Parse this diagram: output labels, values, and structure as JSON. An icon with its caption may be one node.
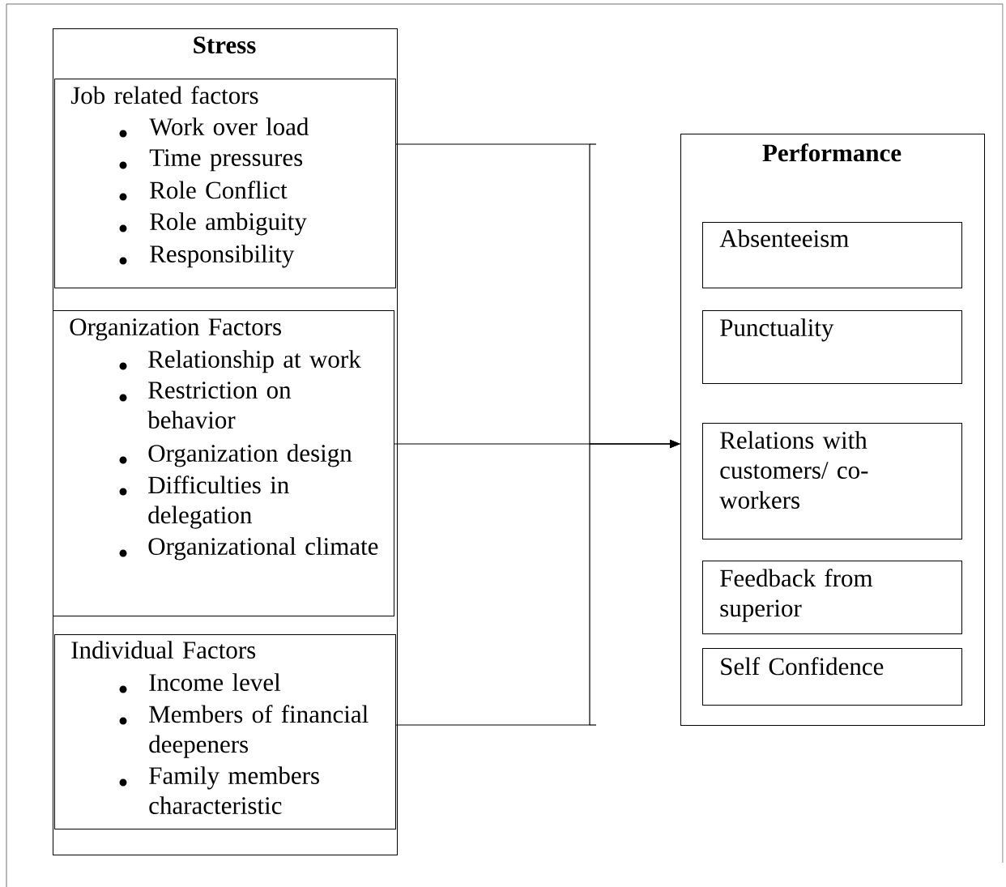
{
  "diagram": {
    "nodes": [
      {
        "text": [
          "Stress"
        ]
      },
      {
        "text": [
          "Job related factors",
          "Work over load",
          "Time pressures",
          "Role Conflict",
          "Role ambiguity",
          "Responsibility"
        ],
        "in": 0
      },
      {
        "text": [
          "Organization Factors",
          "Relationship at work",
          "Restriction on behavior",
          "Organization design",
          "Difficulties in delegation",
          "Organizational climate"
        ],
        "in": 0
      },
      {
        "text": [
          "Individual Factors",
          "Income level",
          "Members of financial deepeners",
          "Family members characteristic"
        ],
        "in": 0
      },
      {
        "text": [
          "Performance"
        ]
      },
      {
        "text": [
          "Absenteeism"
        ],
        "in": 4
      },
      {
        "text": [
          "Punctuality"
        ],
        "in": 4
      },
      {
        "text": [
          "Relations with customers/ co-workers"
        ],
        "in": 4
      },
      {
        "text": [
          "Feedback from superior"
        ],
        "in": 4
      },
      {
        "text": [
          "Self Confidence"
        ],
        "in": 4
      }
    ],
    "edges": [
      {
        "from": 1,
        "to": 4,
        "arrow": "to"
      },
      {
        "from": 2,
        "to": 4,
        "arrow": "to"
      },
      {
        "from": 3,
        "to": 4,
        "arrow": "to"
      }
    ]
  }
}
